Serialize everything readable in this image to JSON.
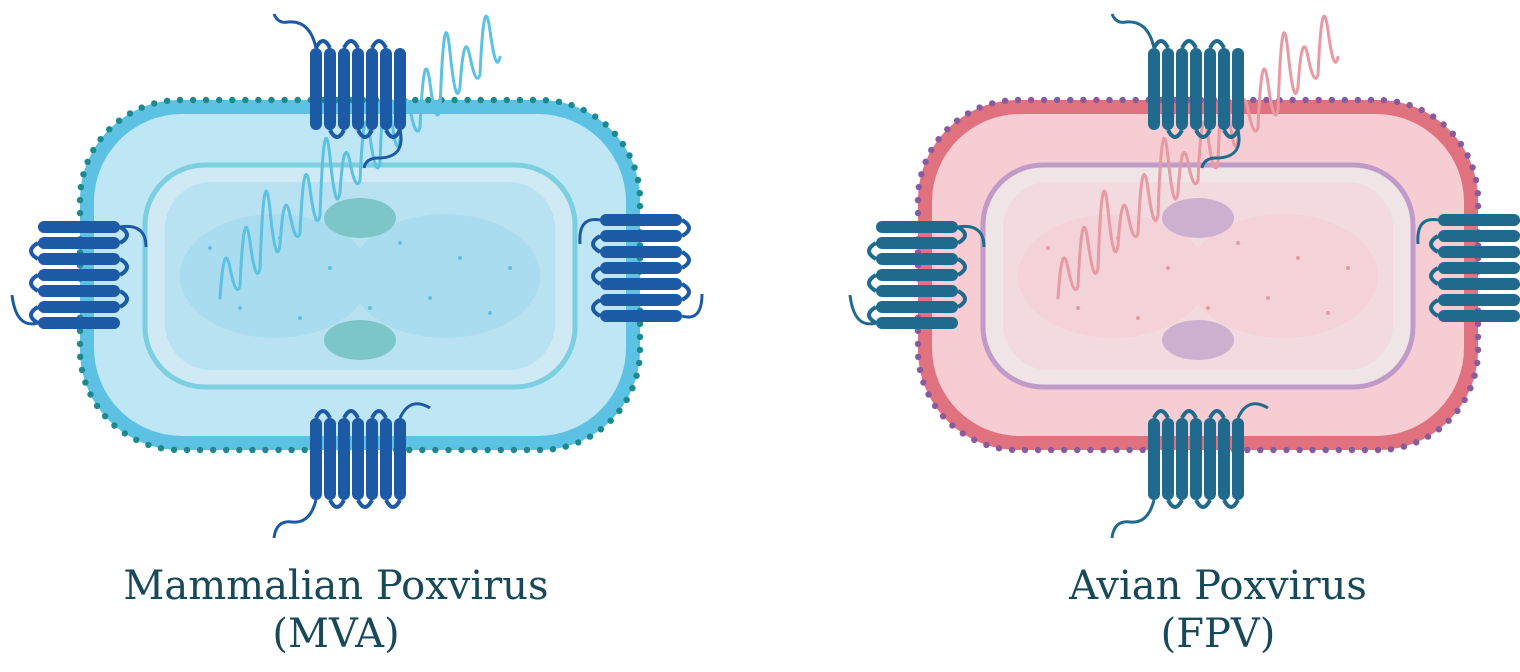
{
  "panels": [
    {
      "id": "mva",
      "title_line1": "Mammalian Poxvirus",
      "title_line2": "(MVA)",
      "colors": {
        "outer_shell": "#5cc1e3",
        "outer_fill": "#bfe6f4",
        "inner_fill": "#cfeaf4",
        "core_fill": "#a9dcee",
        "dots": "#1b8a8e",
        "inner_dots": "#7ccfe0",
        "dna": "#5cc1e3",
        "lateral_body": "#7cc6c9",
        "protein": "#1d5aa6"
      }
    },
    {
      "id": "fpv",
      "title_line1": "Avian Poxvirus",
      "title_line2": "(FPV)",
      "colors": {
        "outer_shell": "#e0727f",
        "outer_fill": "#f5cdd2",
        "inner_fill": "#efe4e6",
        "core_fill": "#f3d3d8",
        "dots": "#8a5a9e",
        "inner_dots": "#c09ac8",
        "dna": "#e79aa4",
        "lateral_body": "#cdb0d0",
        "protein": "#1f6a8d"
      }
    }
  ]
}
